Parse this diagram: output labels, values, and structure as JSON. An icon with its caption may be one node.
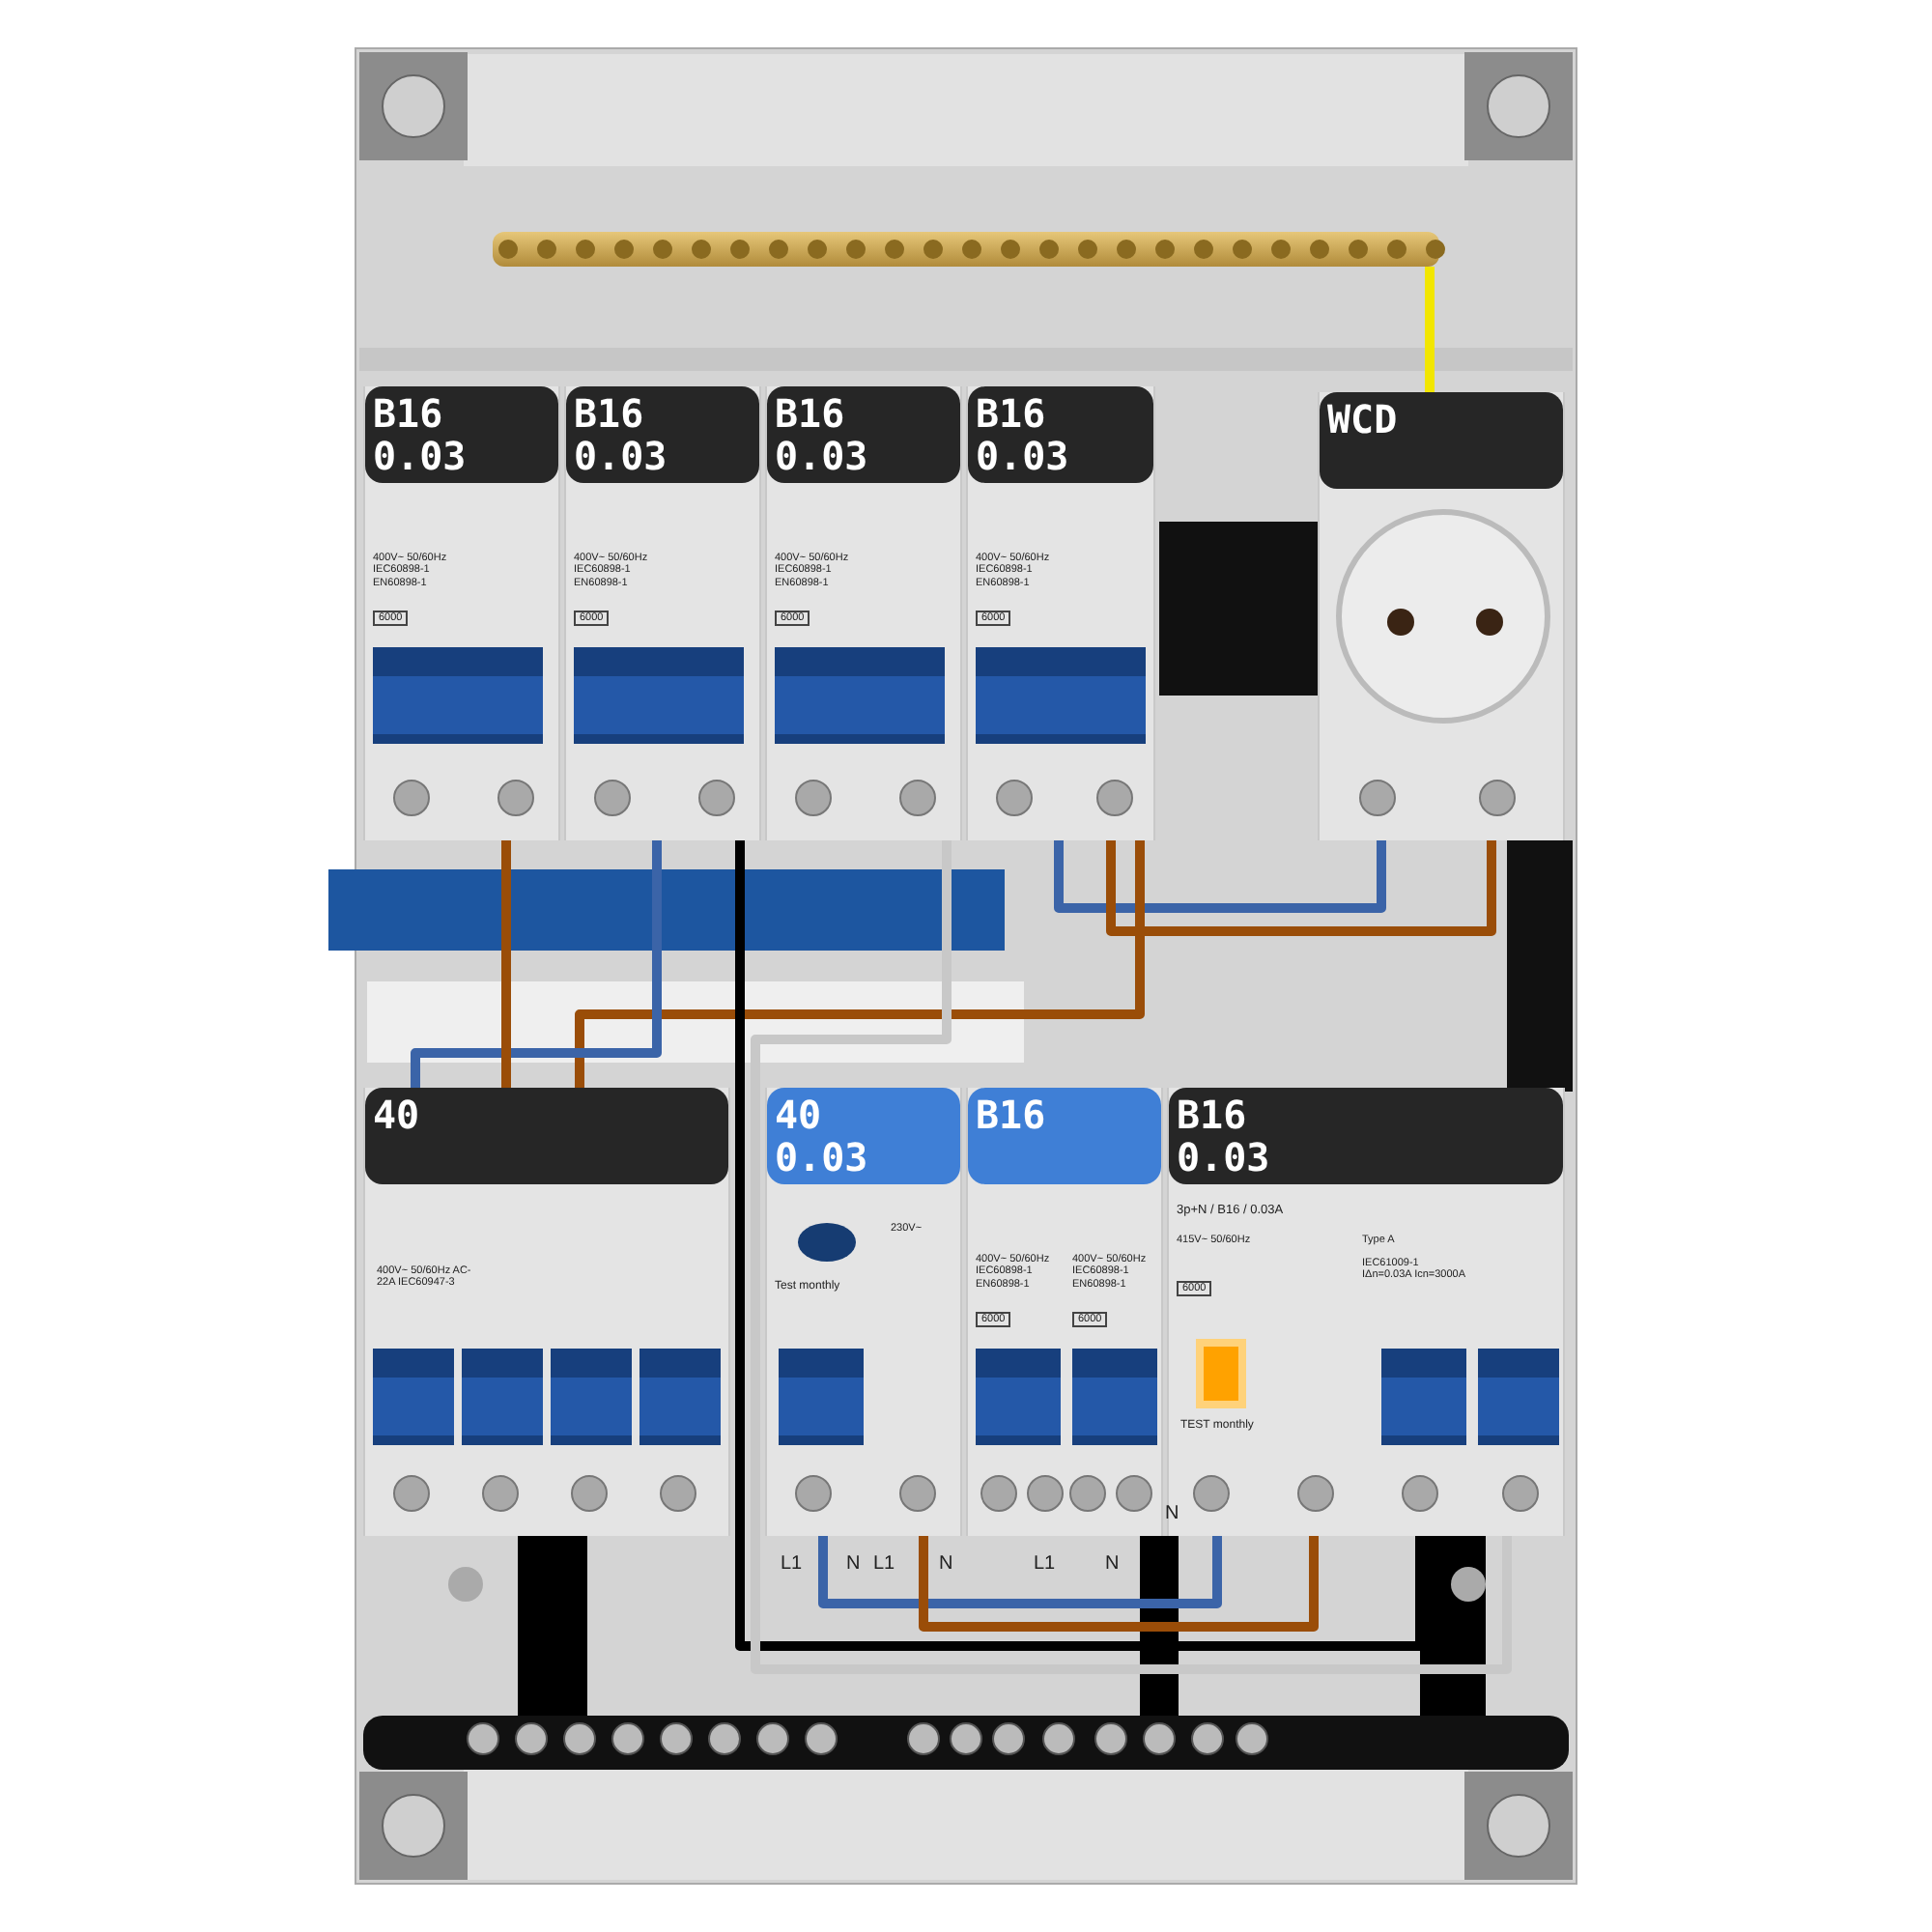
{
  "diagram": {
    "nodes": [
      {
        "text": [],
        "shape": "bar"
      },
      {
        "text": [
          "B16 0.03",
          "400V~ 50/60Hz IEC60898-1 EN60898-1",
          "6000"
        ]
      },
      {
        "text": [
          "B16 0.03",
          "400V~ 50/60Hz IEC60898-1 EN60898-1",
          "6000"
        ]
      },
      {
        "text": [
          "B16 0.03",
          "400V~ 50/60Hz IEC60898-1 EN60898-1",
          "6000"
        ]
      },
      {
        "text": [
          "B16 0.03",
          "400V~ 50/60Hz IEC60898-1 EN60898-1",
          "6000"
        ]
      },
      {
        "text": [
          "WCD"
        ]
      },
      {
        "text": [
          "40",
          "400V~ 50/60Hz AC-22A IEC60947-3"
        ]
      },
      {
        "text": [
          "40 0.03",
          "Test monthly",
          "230V~"
        ]
      },
      {
        "text": [
          "B16",
          "400V~ 50/60Hz IEC60898-1 EN60898-1",
          "6000",
          "400V~ 50/60Hz IEC60898-1 EN60898-1",
          "6000"
        ]
      },
      {
        "text": [
          "B16 0.03",
          "3p+N / B16 / 0.03A",
          "415V~ 50/60Hz",
          "6000",
          "TEST monthly",
          "Type A",
          "IEC61009-1 IΔn=0.03A Icn=3000A"
        ]
      }
    ],
    "edges": [
      {
        "from": 0,
        "to": 5,
        "arrow": "none",
        "color": "#f2e600"
      },
      {
        "from": 4,
        "to": 5,
        "arrow": "none",
        "color": "#3b64a8"
      },
      {
        "from": 4,
        "to": 5,
        "arrow": "none",
        "color": "#9a4d08"
      },
      {
        "from": 6,
        "to": 4,
        "arrow": "none",
        "color": "#9a4d08"
      },
      {
        "from": 6,
        "to": 2,
        "arrow": "none",
        "color": "#3b64a8"
      },
      {
        "from": 6,
        "to": 1,
        "arrow": "none",
        "color": "#9a4d08"
      },
      {
        "from": 2,
        "to": 9,
        "arrow": "none",
        "color": "#000000"
      },
      {
        "from": 3,
        "to": 9,
        "arrow": "none",
        "color": "#c8c8c8"
      },
      {
        "from": 7,
        "to": 9,
        "arrow": "none",
        "color": "#3b64a8"
      },
      {
        "from": 7,
        "to": 9,
        "arrow": "none",
        "color": "#9a4d08"
      }
    ],
    "labels": [
      "N",
      "L1",
      "N",
      "L1",
      "N",
      "L1",
      "N"
    ]
  }
}
